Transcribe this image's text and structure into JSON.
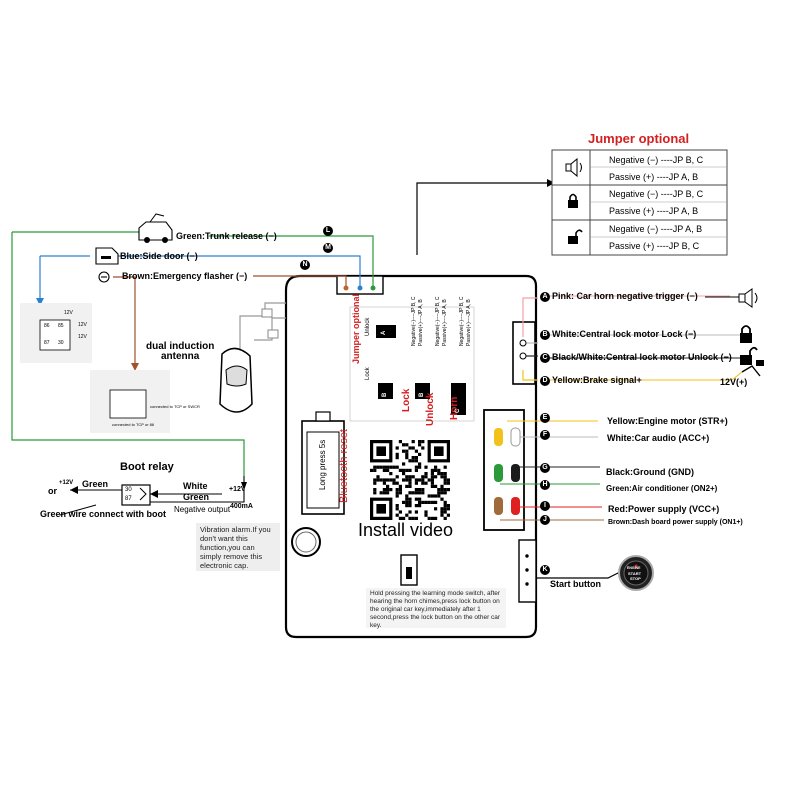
{
  "jumper": {
    "title": "Jumper optional",
    "rows": [
      "Negative (−) ----JP B, C",
      "Passive (+) ----JP A, B",
      "Negative (−) ----JP B, C",
      "Passive (+) ----JP A, B",
      "Negative (−) ----JP A, B",
      "Passive (+) ----JP B, C"
    ],
    "icons": [
      "speaker-icon",
      "lock-closed-icon",
      "lock-open-icon"
    ]
  },
  "left_inputs": {
    "trunk": "Green:Trunk release (−)",
    "side_door": "Blue:Side door (−)",
    "flasher": "Brown:Emergency flasher (−)",
    "badge_l": "L",
    "badge_m": "M",
    "badge_n": "N"
  },
  "antenna": {
    "label": "dual induction\nantenna"
  },
  "boot_relay": {
    "title": "Boot relay",
    "green_left": "Green",
    "white": "White",
    "green_right": "Green",
    "v12_left": "+12V",
    "or": "or",
    "v12_right": "+12V",
    "neg_output": "Negative output",
    "ma": "400mA",
    "connect_note": "Green wire connect with boot",
    "pin30": "30",
    "pin87": "87"
  },
  "vibration_note": "Vibration alarm.If you don't want this function,you can simply remove this electronic cap.",
  "module": {
    "jumper_heading": "Jumper optional",
    "lock": "Lock",
    "unlock": "Unlock",
    "horn": "Horn",
    "abc": [
      "A",
      "B",
      "C"
    ],
    "unlock_small": "Unlock",
    "lock_small": "Lock",
    "jp_small": [
      "Negative(−)----JP B, C",
      "Passive(+)----JP A, B"
    ],
    "bluetooth_reset": "Bluetooth reset",
    "long_press": "Long press 5s",
    "install_video": "Install video"
  },
  "learning_note": "Hold pressing the learning mode switch, after hearing the horn chimes,press lock button on the original car key,immediately after 1 second,press the lock button on the other car key.",
  "right_wires": [
    {
      "badge": "A",
      "label": "Pink: Car horn negative trigger (−)",
      "color": "#f4a0a8"
    },
    {
      "badge": "B",
      "label": "White:Central lock motor Lock (−)",
      "color": "#c8c8c8"
    },
    {
      "badge": "C",
      "label": "Black/White:Central lock motor Unlock (−)",
      "color": "#222222"
    },
    {
      "badge": "D",
      "label": "Yellow:Brake signal+",
      "color": "#f2c21a"
    },
    {
      "badge": "E",
      "label": "Yellow:Engine motor (STR+)",
      "color": "#f2c21a"
    },
    {
      "badge": "F",
      "label": "White:Car audio (ACC+)",
      "color": "#c8c8c8"
    },
    {
      "badge": "G",
      "label": "Black:Ground (GND)",
      "color": "#222222"
    },
    {
      "badge": "H",
      "label": "Green:Air conditioner (ON2+)",
      "color": "#2a9a3a"
    },
    {
      "badge": "I",
      "label": "Red:Power supply (VCC+)",
      "color": "#e02020"
    },
    {
      "badge": "J",
      "label": "Brown:Dash board power supply (ON1+)",
      "color": "#a06a3a"
    },
    {
      "badge": "K",
      "label": "Start button",
      "color": "#000000"
    }
  ],
  "brake_value": "12V(+)",
  "start_button_text": [
    "ENGINE",
    "START",
    "STOP"
  ],
  "mini_relay": {
    "v1": "12V",
    "v2": "12V",
    "v3": "12V",
    "p1": "86",
    "p2": "85",
    "p3": "87",
    "p4": "30"
  },
  "mini_flasher": {
    "l1": "connected to TCP or 86",
    "l2": "connected to TCP or SWCR"
  }
}
